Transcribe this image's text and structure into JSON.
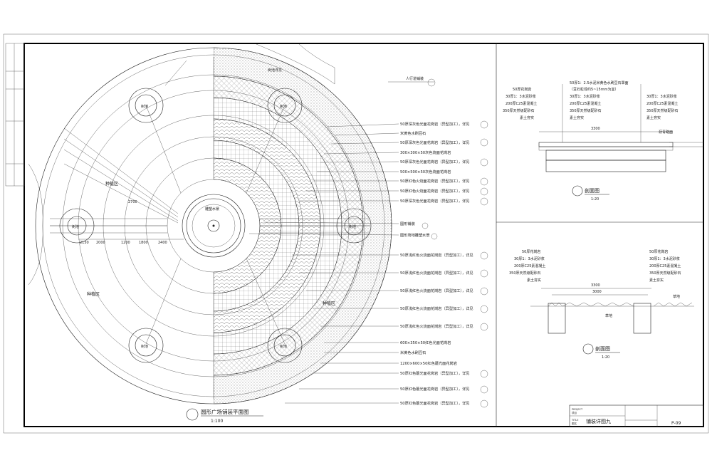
{
  "plan": {
    "title": "圆形广场铺装平面图",
    "scale": "1:100",
    "zone_labels": [
      "种植区",
      "种植区",
      "种植区"
    ],
    "center_label": "雕塑水景",
    "tree_label": "树池",
    "top_callouts": [
      "树池详见",
      "人行道铺装"
    ],
    "right_callouts": [
      "50厚深灰色光面花岗岩（异型加工），详见",
      "米黄色水刷豆石",
      "50厚深灰色光面花岗岩（异型加工），详见",
      "300×300×50灰色烧面花岗岩",
      "50厚深灰色光面花岗岩（异型加工），详见",
      "500×500×50灰色烧面花岗岩",
      "50厚红色火烧面花岗岩（异型加工），详见",
      "50厚红色火烧面花岗岩（异型加工），详见",
      "50厚深灰色光面花岗岩（异型加工），详见",
      "圆形铺装",
      "圆形场地雕塑水景"
    ],
    "lower_callouts": [
      "50厚浅红色火烧面花岗岩（异型加工），详见",
      "50厚浅红色火烧面花岗岩（异型加工），详见",
      "50厚浅红色火烧面花岗岩（异型加工），详见",
      "50厚浅红色火烧面花岗岩（异型加工），详见",
      "50厚浅红色火烧面花岗岩（异型加工），详见",
      "600×350×50红色光面花岗岩",
      "米黄色水刷豆石",
      "1200×600×50红色蘑光面花岗岩",
      "50厚红色蘑光面花岗岩（异型加工），详见",
      "50厚红色蘑光面花岗岩（异型加工），详见",
      "50厚红色蘑光面花岗岩（异型加工），详见"
    ],
    "dims": [
      "2150",
      "2000",
      "1200",
      "1800",
      "2400",
      "2700"
    ]
  },
  "section1": {
    "layers": [
      "50厚1：2.5水泥米黄色水刷豆石罩面",
      "（豆石粒径约5~15mm为宜）",
      "30厚1：3水泥砂浆",
      "200厚C25素混凝土",
      "350厚天然级配砂石",
      "素土夯实"
    ],
    "left_layers": [
      "50厚花岗岩",
      "30厚1：3水泥砂浆",
      "200厚C25素混凝土",
      "350厚天然级配砂石",
      "素土夯实"
    ],
    "dim": "3300",
    "side_note": "沥青路面",
    "title": "剖面图",
    "scale": "1:20"
  },
  "section2": {
    "left_layers": [
      "50厚花岗岩",
      "30厚1：3水泥砂浆",
      "200厚C25素混凝土",
      "350厚天然级配砂石",
      "素土夯实"
    ],
    "right_layers": [
      "50厚花岗岩",
      "30厚1：3水泥砂浆",
      "200厚C25素混凝土",
      "350厚天然级配砂石",
      "素土夯实"
    ],
    "dim_outer": "3300",
    "dim_inner": "3000",
    "lawn": "草地",
    "title": "剖面图",
    "scale": "1:20"
  },
  "titleblock": {
    "project_label": "PROJECT",
    "project_name": "项目",
    "title_label": "TITLE",
    "title_name": "图名",
    "drawing_title": "铺装详图九",
    "sheet_no": "P-09"
  },
  "colors": {
    "line": "#222222",
    "frame": "#000000",
    "paper": "#ffffff"
  }
}
